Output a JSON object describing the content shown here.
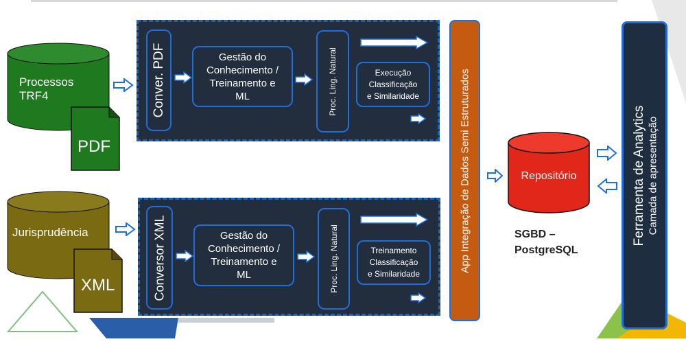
{
  "sources": {
    "processos": {
      "label": "Processos\nTRF4",
      "doc": "PDF",
      "color": "#1f7a1f"
    },
    "jurisprudencia": {
      "label": "Jurisprudência",
      "doc": "XML",
      "color": "#7a6a12"
    }
  },
  "panel_top": {
    "converter": "Conver. PDF",
    "knowledge": "Gestão do\nConhecimento /\nTreinamento e\nML",
    "nlp": "Proc. Ling. Natural",
    "exec": "Execução\nClassificação\ne Similaridade"
  },
  "panel_bottom": {
    "converter": "Conversor XML",
    "knowledge": "Gestão do\nConhecimento /\nTreinamento e\nML",
    "nlp": "Proc. Ling. Natural",
    "exec": "Treinamento\nClassificação\ne Similaridade"
  },
  "integration": "App Integração de Dados Semi Estruturados",
  "repository": {
    "label": "Repositório",
    "caption": "SGBD –\nPostgreSQL"
  },
  "analytics": {
    "title": "Ferramenta de Analytics",
    "subtitle": "Camada de apresentação"
  },
  "colors": {
    "panel_bg": "#222d3d",
    "panel_border": "#1565c0",
    "box_border": "#1e6fd9",
    "integration_bg": "#c55a11",
    "repository_red": "#e0271a",
    "analytics_bg": "#1f2d40"
  }
}
